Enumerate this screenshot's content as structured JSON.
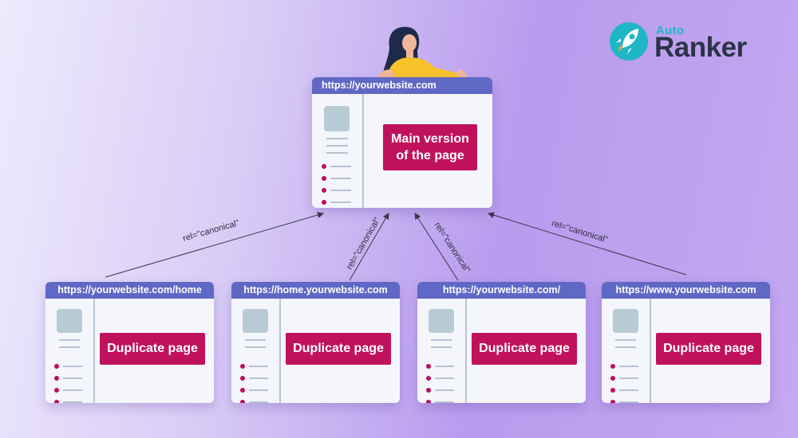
{
  "logo": {
    "top_text": "Auto",
    "main_text": "Ranker"
  },
  "main_page": {
    "url": "https://yourwebsite.com",
    "label": "Main version of the page"
  },
  "duplicates": [
    {
      "url": "https://yourwebsite.com/home",
      "label": "Duplicate page"
    },
    {
      "url": "https://home.yourwebsite.com",
      "label": "Duplicate page"
    },
    {
      "url": "https://yourwebsite.com/",
      "label": "Duplicate page"
    },
    {
      "url": "https://www.yourwebsite.com",
      "label": "Duplicate page"
    }
  ],
  "links": [
    {
      "text": "rel=\"canonical\""
    },
    {
      "text": "rel=\"canonical\""
    },
    {
      "text": "rel=\"canonical\""
    },
    {
      "text": "rel=\"canonical\""
    }
  ],
  "colors": {
    "window_bar": "#5f68c4",
    "label": "#c0125c",
    "bullet": "#c10c5a",
    "logo_accent": "#1fb6c5",
    "logo_text": "#2b3446"
  }
}
